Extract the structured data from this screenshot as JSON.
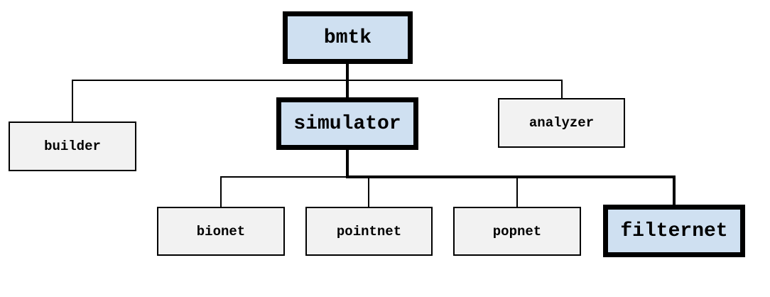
{
  "diagram": {
    "type": "tree",
    "root": {
      "label": "bmtk",
      "highlighted": true,
      "children": [
        {
          "label": "builder",
          "highlighted": false
        },
        {
          "label": "simulator",
          "highlighted": true,
          "children": [
            {
              "label": "bionet",
              "highlighted": false
            },
            {
              "label": "pointnet",
              "highlighted": false
            },
            {
              "label": "popnet",
              "highlighted": false
            },
            {
              "label": "filternet",
              "highlighted": true
            }
          ]
        },
        {
          "label": "analyzer",
          "highlighted": false
        }
      ]
    }
  },
  "nodes": {
    "bmtk": "bmtk",
    "builder": "builder",
    "simulator": "simulator",
    "analyzer": "analyzer",
    "bionet": "bionet",
    "pointnet": "pointnet",
    "popnet": "popnet",
    "filternet": "filternet"
  },
  "colors": {
    "highlight_fill": "#cfe0f1",
    "plain_fill": "#f2f2f2",
    "border": "#000000"
  }
}
